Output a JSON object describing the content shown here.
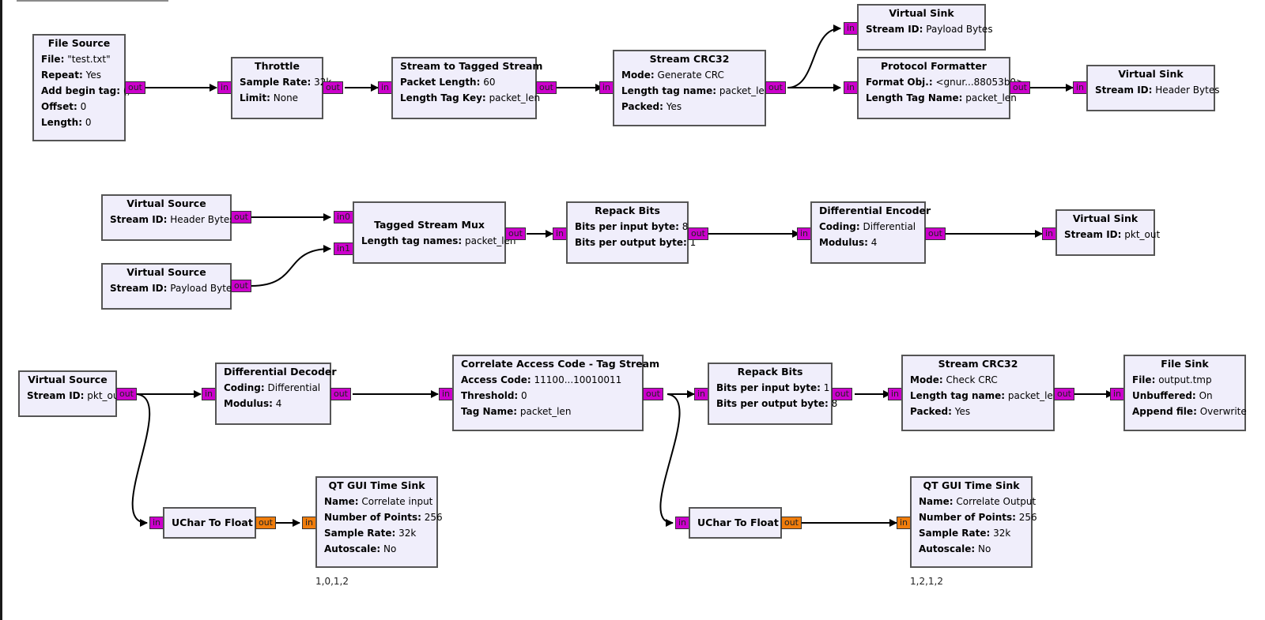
{
  "blocks": {
    "file_source": {
      "title": "File Source",
      "params": [
        {
          "k": "File:",
          "v": "\"test.txt\""
        },
        {
          "k": "Repeat:",
          "v": "Yes"
        },
        {
          "k": "Add begin tag:",
          "v": "()"
        },
        {
          "k": "Offset:",
          "v": "0"
        },
        {
          "k": "Length:",
          "v": "0"
        }
      ]
    },
    "throttle": {
      "title": "Throttle",
      "params": [
        {
          "k": "Sample Rate:",
          "v": "32k"
        },
        {
          "k": "Limit:",
          "v": "None"
        }
      ]
    },
    "stream_to_tagged": {
      "title": "Stream to Tagged Stream",
      "params": [
        {
          "k": "Packet Length:",
          "v": "60"
        },
        {
          "k": "Length Tag Key:",
          "v": "packet_len"
        }
      ]
    },
    "crc_gen": {
      "title": "Stream CRC32",
      "params": [
        {
          "k": "Mode:",
          "v": "Generate CRC"
        },
        {
          "k": "Length tag name:",
          "v": "packet_len"
        },
        {
          "k": "Packed:",
          "v": "Yes"
        }
      ]
    },
    "vsink_payload": {
      "title": "Virtual Sink",
      "params": [
        {
          "k": "Stream ID:",
          "v": "Payload Bytes"
        }
      ]
    },
    "proto_fmt": {
      "title": "Protocol Formatter",
      "params": [
        {
          "k": "Format Obj.:",
          "v": "<gnur...88053b0>"
        },
        {
          "k": "Length Tag Name:",
          "v": "packet_len"
        }
      ]
    },
    "vsink_header": {
      "title": "Virtual Sink",
      "params": [
        {
          "k": "Stream ID:",
          "v": "Header Bytes"
        }
      ]
    },
    "vsrc_header": {
      "title": "Virtual Source",
      "params": [
        {
          "k": "Stream ID:",
          "v": "Header Bytes"
        }
      ]
    },
    "vsrc_payload": {
      "title": "Virtual Source",
      "params": [
        {
          "k": "Stream ID:",
          "v": "Payload Bytes"
        }
      ]
    },
    "tag_mux": {
      "title": "Tagged Stream Mux",
      "params": [
        {
          "k": "Length tag names:",
          "v": "packet_len"
        }
      ]
    },
    "repack_1": {
      "title": "Repack Bits",
      "params": [
        {
          "k": "Bits per input byte:",
          "v": "8"
        },
        {
          "k": "Bits per output byte:",
          "v": "1"
        }
      ]
    },
    "diff_enc": {
      "title": "Differential Encoder",
      "params": [
        {
          "k": "Coding:",
          "v": "Differential"
        },
        {
          "k": "Modulus:",
          "v": "4"
        }
      ]
    },
    "vsink_pkt": {
      "title": "Virtual Sink",
      "params": [
        {
          "k": "Stream ID:",
          "v": "pkt_out"
        }
      ]
    },
    "vsrc_pkt": {
      "title": "Virtual Source",
      "params": [
        {
          "k": "Stream ID:",
          "v": "pkt_out"
        }
      ]
    },
    "diff_dec": {
      "title": "Differential Decoder",
      "params": [
        {
          "k": "Coding:",
          "v": "Differential"
        },
        {
          "k": "Modulus:",
          "v": "4"
        }
      ]
    },
    "correlate": {
      "title": "Correlate Access Code - Tag Stream",
      "params": [
        {
          "k": "Access Code:",
          "v": "11100...10010011"
        },
        {
          "k": "Threshold:",
          "v": "0"
        },
        {
          "k": "Tag Name:",
          "v": "packet_len"
        }
      ]
    },
    "repack_2": {
      "title": "Repack Bits",
      "params": [
        {
          "k": "Bits per input byte:",
          "v": "1"
        },
        {
          "k": "Bits per output byte:",
          "v": "8"
        }
      ]
    },
    "crc_check": {
      "title": "Stream CRC32",
      "params": [
        {
          "k": "Mode:",
          "v": "Check CRC"
        },
        {
          "k": "Length tag name:",
          "v": "packet_len"
        },
        {
          "k": "Packed:",
          "v": "Yes"
        }
      ]
    },
    "file_sink": {
      "title": "File Sink",
      "params": [
        {
          "k": "File:",
          "v": "output.tmp"
        },
        {
          "k": "Unbuffered:",
          "v": "On"
        },
        {
          "k": "Append file:",
          "v": "Overwrite"
        }
      ]
    },
    "uchar_float_1": {
      "title": "UChar To Float",
      "params": []
    },
    "qt_sink_1": {
      "title": "QT GUI Time Sink",
      "params": [
        {
          "k": "Name:",
          "v": "Correlate input"
        },
        {
          "k": "Number of Points:",
          "v": "256"
        },
        {
          "k": "Sample Rate:",
          "v": "32k"
        },
        {
          "k": "Autoscale:",
          "v": "No"
        }
      ]
    },
    "uchar_float_2": {
      "title": "UChar To Float",
      "params": []
    },
    "qt_sink_2": {
      "title": "QT GUI Time Sink",
      "params": [
        {
          "k": "Name:",
          "v": "Correlate Output"
        },
        {
          "k": "Number of Points:",
          "v": "256"
        },
        {
          "k": "Sample Rate:",
          "v": "32k"
        },
        {
          "k": "Autoscale:",
          "v": "No"
        }
      ]
    }
  },
  "ports": {
    "out": "out",
    "in": "in",
    "in0": "in0",
    "in1": "in1"
  },
  "notes": {
    "qt_sink_1": "1,0,1,2",
    "qt_sink_2": "1,2,1,2"
  },
  "colors": {
    "byte_port": "#cc00cc",
    "float_port": "#f07d0c",
    "block_bg": "#f0eefb",
    "block_border": "#555555",
    "wire": "#000000"
  }
}
